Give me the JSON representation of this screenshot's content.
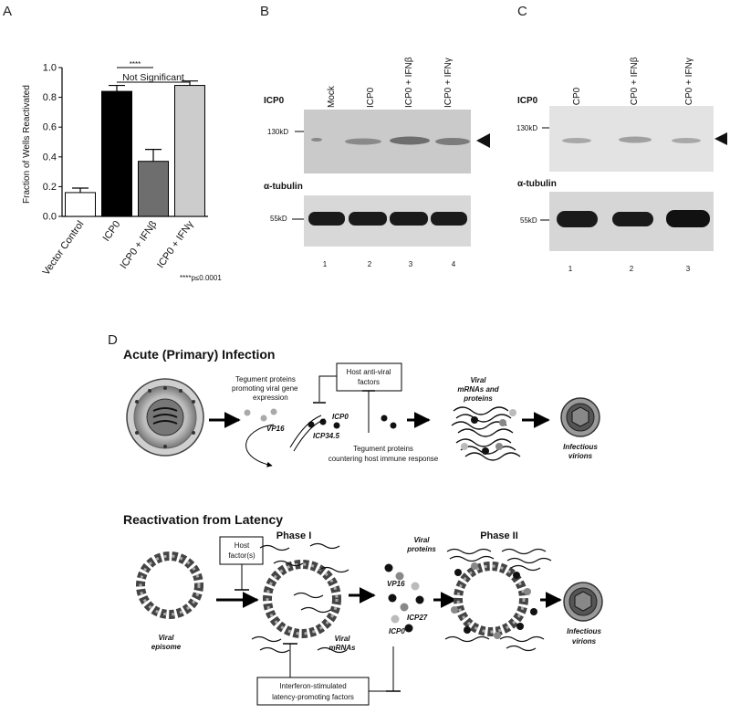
{
  "panels": {
    "A": "A",
    "B": "B",
    "C": "C",
    "D": "D"
  },
  "chart_data": {
    "type": "bar",
    "ylabel": "Fraction of Wells Reactivated",
    "ylim": [
      0,
      1.0
    ],
    "yticks": [
      "0.0",
      "0.2",
      "0.4",
      "0.6",
      "0.8",
      "1.0"
    ],
    "categories": [
      "Vector Control",
      "ICP0",
      "ICP0 + IFNβ",
      "ICP0 + IFNγ"
    ],
    "values": [
      0.16,
      0.84,
      0.37,
      0.88
    ],
    "errors": [
      0.03,
      0.04,
      0.08,
      0.03
    ],
    "bar_colors": [
      "#ffffff",
      "#000000",
      "#6e6e6e",
      "#cccccc"
    ],
    "sig_stars": "****",
    "sig_ns": "Not Significant",
    "footnote": "****p≤0.0001"
  },
  "blot_b": {
    "lanes": [
      "Mock",
      "ICP0",
      "ICP0 + IFNβ",
      "ICP0 + IFNγ"
    ],
    "lane_numbers": [
      "1",
      "2",
      "3",
      "4"
    ],
    "label_top": "ICP0",
    "label_bottom": "α-tubulin",
    "marker_top": "130kD",
    "marker_bottom": "55kD"
  },
  "blot_c": {
    "lanes": [
      "ICP0",
      "ICP0 + IFNβ",
      "ICP0 + IFNγ"
    ],
    "lane_numbers": [
      "1",
      "2",
      "3"
    ],
    "label_top": "ICP0",
    "label_bottom": "α-tubulin",
    "marker_top": "130kD",
    "marker_bottom": "55kD"
  },
  "diagram": {
    "acute_title": "Acute (Primary) Infection",
    "host_antiviral": [
      "Host anti-viral",
      "factors"
    ],
    "tegument_promoting": [
      "Tegument proteins",
      "promoting viral gene",
      "expression"
    ],
    "vp16": "VP16",
    "icp0": "ICP0",
    "icp345": "ICP34.5",
    "tegument_countering": [
      "Tegument proteins",
      "countering host immune response"
    ],
    "viral_mrnas_proteins": [
      "Viral",
      "mRNAs and",
      "proteins"
    ],
    "infectious_virions": [
      "Infectious",
      "virions"
    ],
    "reactivation_title": "Reactivation from Latency",
    "host_factors": [
      "Host",
      "factor(s)"
    ],
    "phase1": "Phase I",
    "phase2": "Phase II",
    "viral_proteins": [
      "Viral",
      "proteins"
    ],
    "vp16_b": "VP16",
    "icp27": "ICP27",
    "icp0_b": "ICP0",
    "viral_episome": [
      "Viral",
      "episome"
    ],
    "viral_mrnas": [
      "Viral",
      "mRNAs"
    ],
    "interferon_box": [
      "Interferon-stimulated",
      "latency-promoting factors"
    ],
    "infectious_virions_b": [
      "Infectious",
      "virions"
    ]
  }
}
